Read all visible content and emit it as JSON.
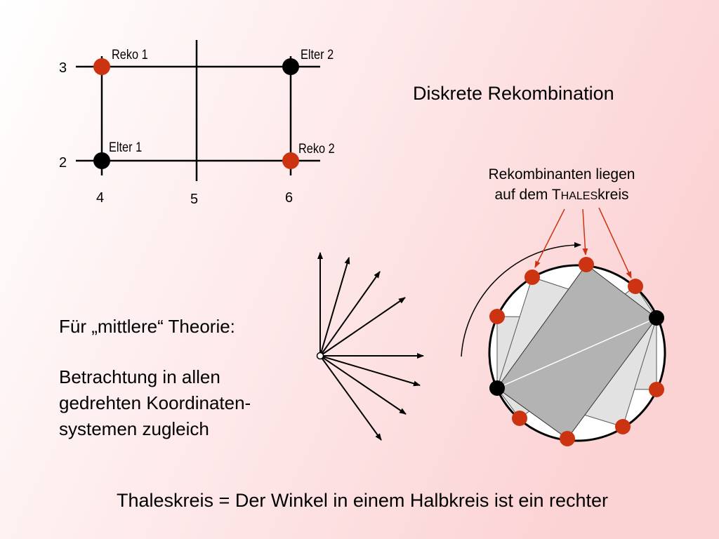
{
  "colors": {
    "background_from": "#ffffff",
    "background_to": "#fcd3d5",
    "recombinant": "#cc3311",
    "parent": "#000000",
    "polygon_light": "#e2e2e2",
    "polygon_dark": "#b3b3b3"
  },
  "grid": {
    "points": [
      {
        "label": "Reko 1"
      },
      {
        "label": "Elter 2"
      },
      {
        "label": "Elter 1"
      },
      {
        "label": "Reko 2"
      }
    ],
    "y_ticks": [
      "3",
      "2"
    ],
    "x_ticks": [
      "4",
      "5",
      "6"
    ]
  },
  "title": "Diskrete Rekombination",
  "annotation": {
    "line1": "Rekombinanten liegen",
    "line2_prefix": "auf dem ",
    "line2_T": "T",
    "line2_smallcaps": "HALES",
    "line2_suffix": "kreis"
  },
  "left_text": {
    "heading": "Für „mittlere“ Theorie:",
    "body_lines": [
      "Betrachtung in allen",
      "gedrehten Koordinaten-",
      "systemen zugleich"
    ]
  },
  "bottom_text": "Thaleskreis = Der Winkel in einem Halbkreis ist ein rechter"
}
